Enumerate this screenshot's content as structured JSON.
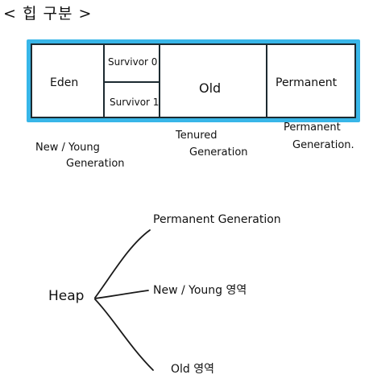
{
  "title": "< 힙 구분 >",
  "heap_bar": {
    "eden": "Eden",
    "survivor0": "Survivor 0",
    "survivor1": "Survivor 1",
    "old": "Old",
    "permanent": "Permanent"
  },
  "generation_labels": {
    "new_young_line1": "New / Young",
    "new_young_line2": "Generation",
    "tenured_line1": "Tenured",
    "tenured_line2": "Generation",
    "permanent_line1": "Permanent",
    "permanent_line2": "Generation."
  },
  "tree": {
    "root": "Heap",
    "branches": [
      "Permanent Generation",
      "New / Young 영역",
      "Old 영역"
    ]
  },
  "colors": {
    "highlight": "#38b6e8",
    "ink": "#111111"
  }
}
